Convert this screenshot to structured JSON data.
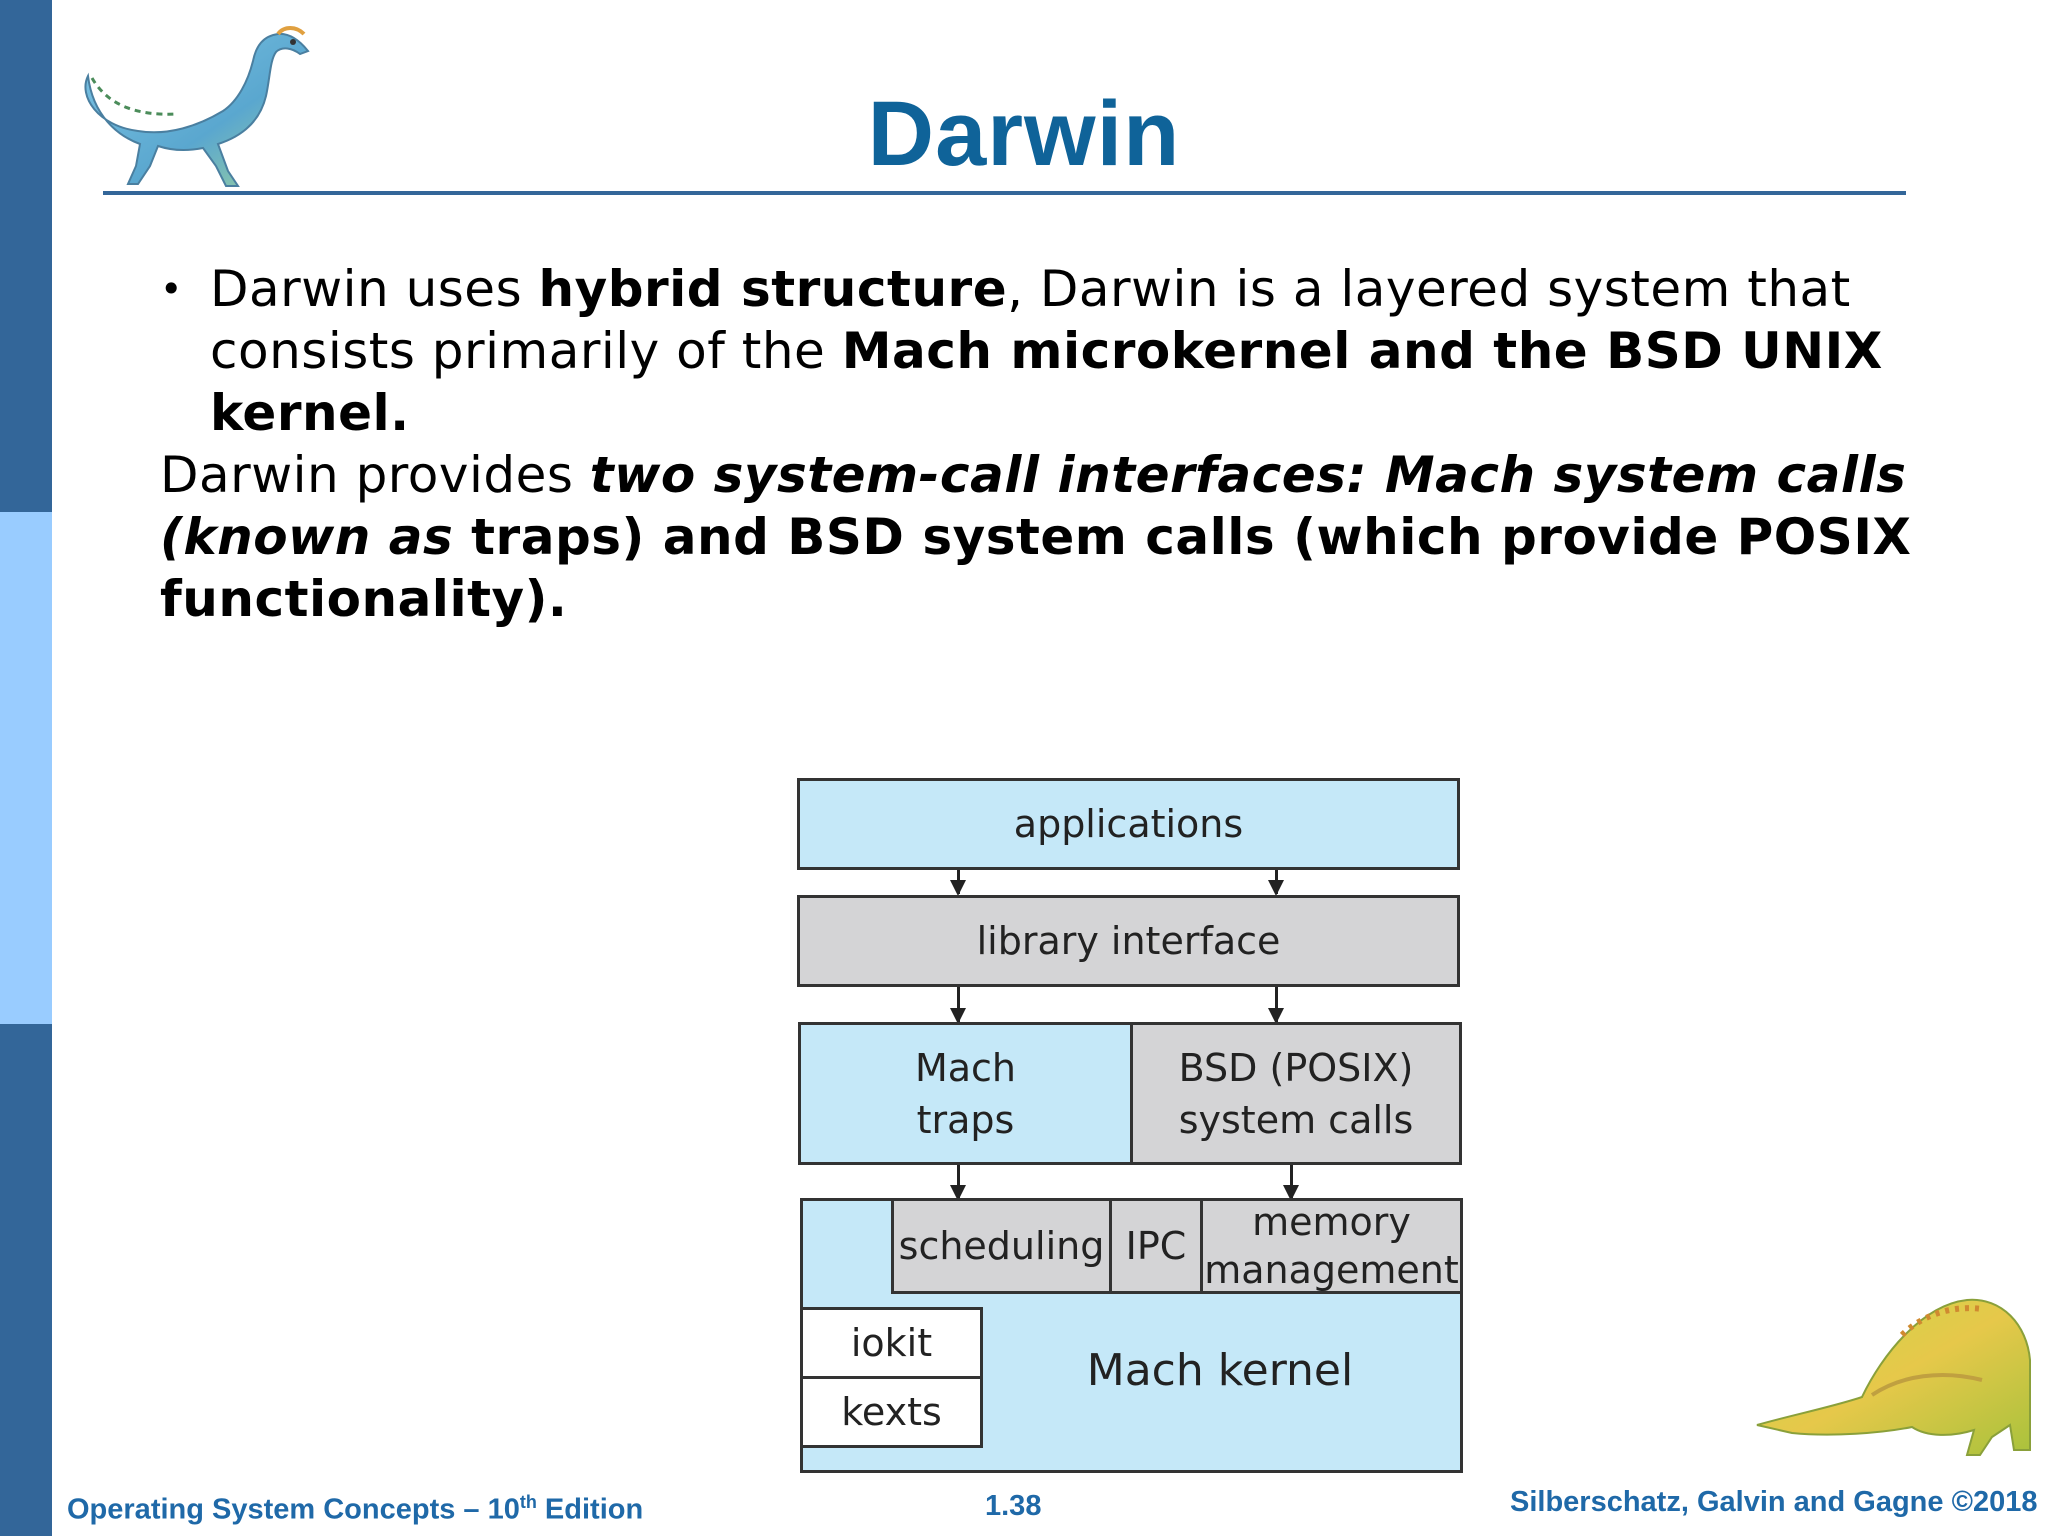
{
  "slide": {
    "title": "Darwin"
  },
  "bullet": {
    "part1": "Darwin uses ",
    "part2_bold": "hybrid structure",
    "part3": ", Darwin is a layered system that consists primarily of the ",
    "part4_bold": "Mach microkernel and the BSD UNIX kernel."
  },
  "paragraph": {
    "part1": "Darwin provides ",
    "part2_bolditalic": "two system-call interfaces: Mach system calls (known as",
    "part3_bold": " traps) and BSD system calls (which provide POSIX functionality)."
  },
  "diagram": {
    "applications": "applications",
    "library_interface": "library interface",
    "mach_traps_line1": "Mach",
    "mach_traps_line2": "traps",
    "bsd_line1": "BSD (POSIX)",
    "bsd_line2": "system calls",
    "scheduling": "scheduling",
    "ipc": "IPC",
    "memory_line1": "memory",
    "memory_line2": "management",
    "iokit": "iokit",
    "kexts": "kexts",
    "mach_kernel": "Mach kernel"
  },
  "footer": {
    "left_prefix": "Operating System Concepts – 10",
    "left_sup": "th",
    "left_suffix": " Edition",
    "page": "1.38",
    "right": "Silberschatz, Galvin and Gagne ©2018"
  },
  "colors": {
    "title": "#0f6399",
    "sidebar_dark": "#336699",
    "sidebar_light": "#99ccff",
    "box_blue": "#c5e8f8",
    "box_gray": "#d4d4d6",
    "footer": "#1f69a8"
  }
}
